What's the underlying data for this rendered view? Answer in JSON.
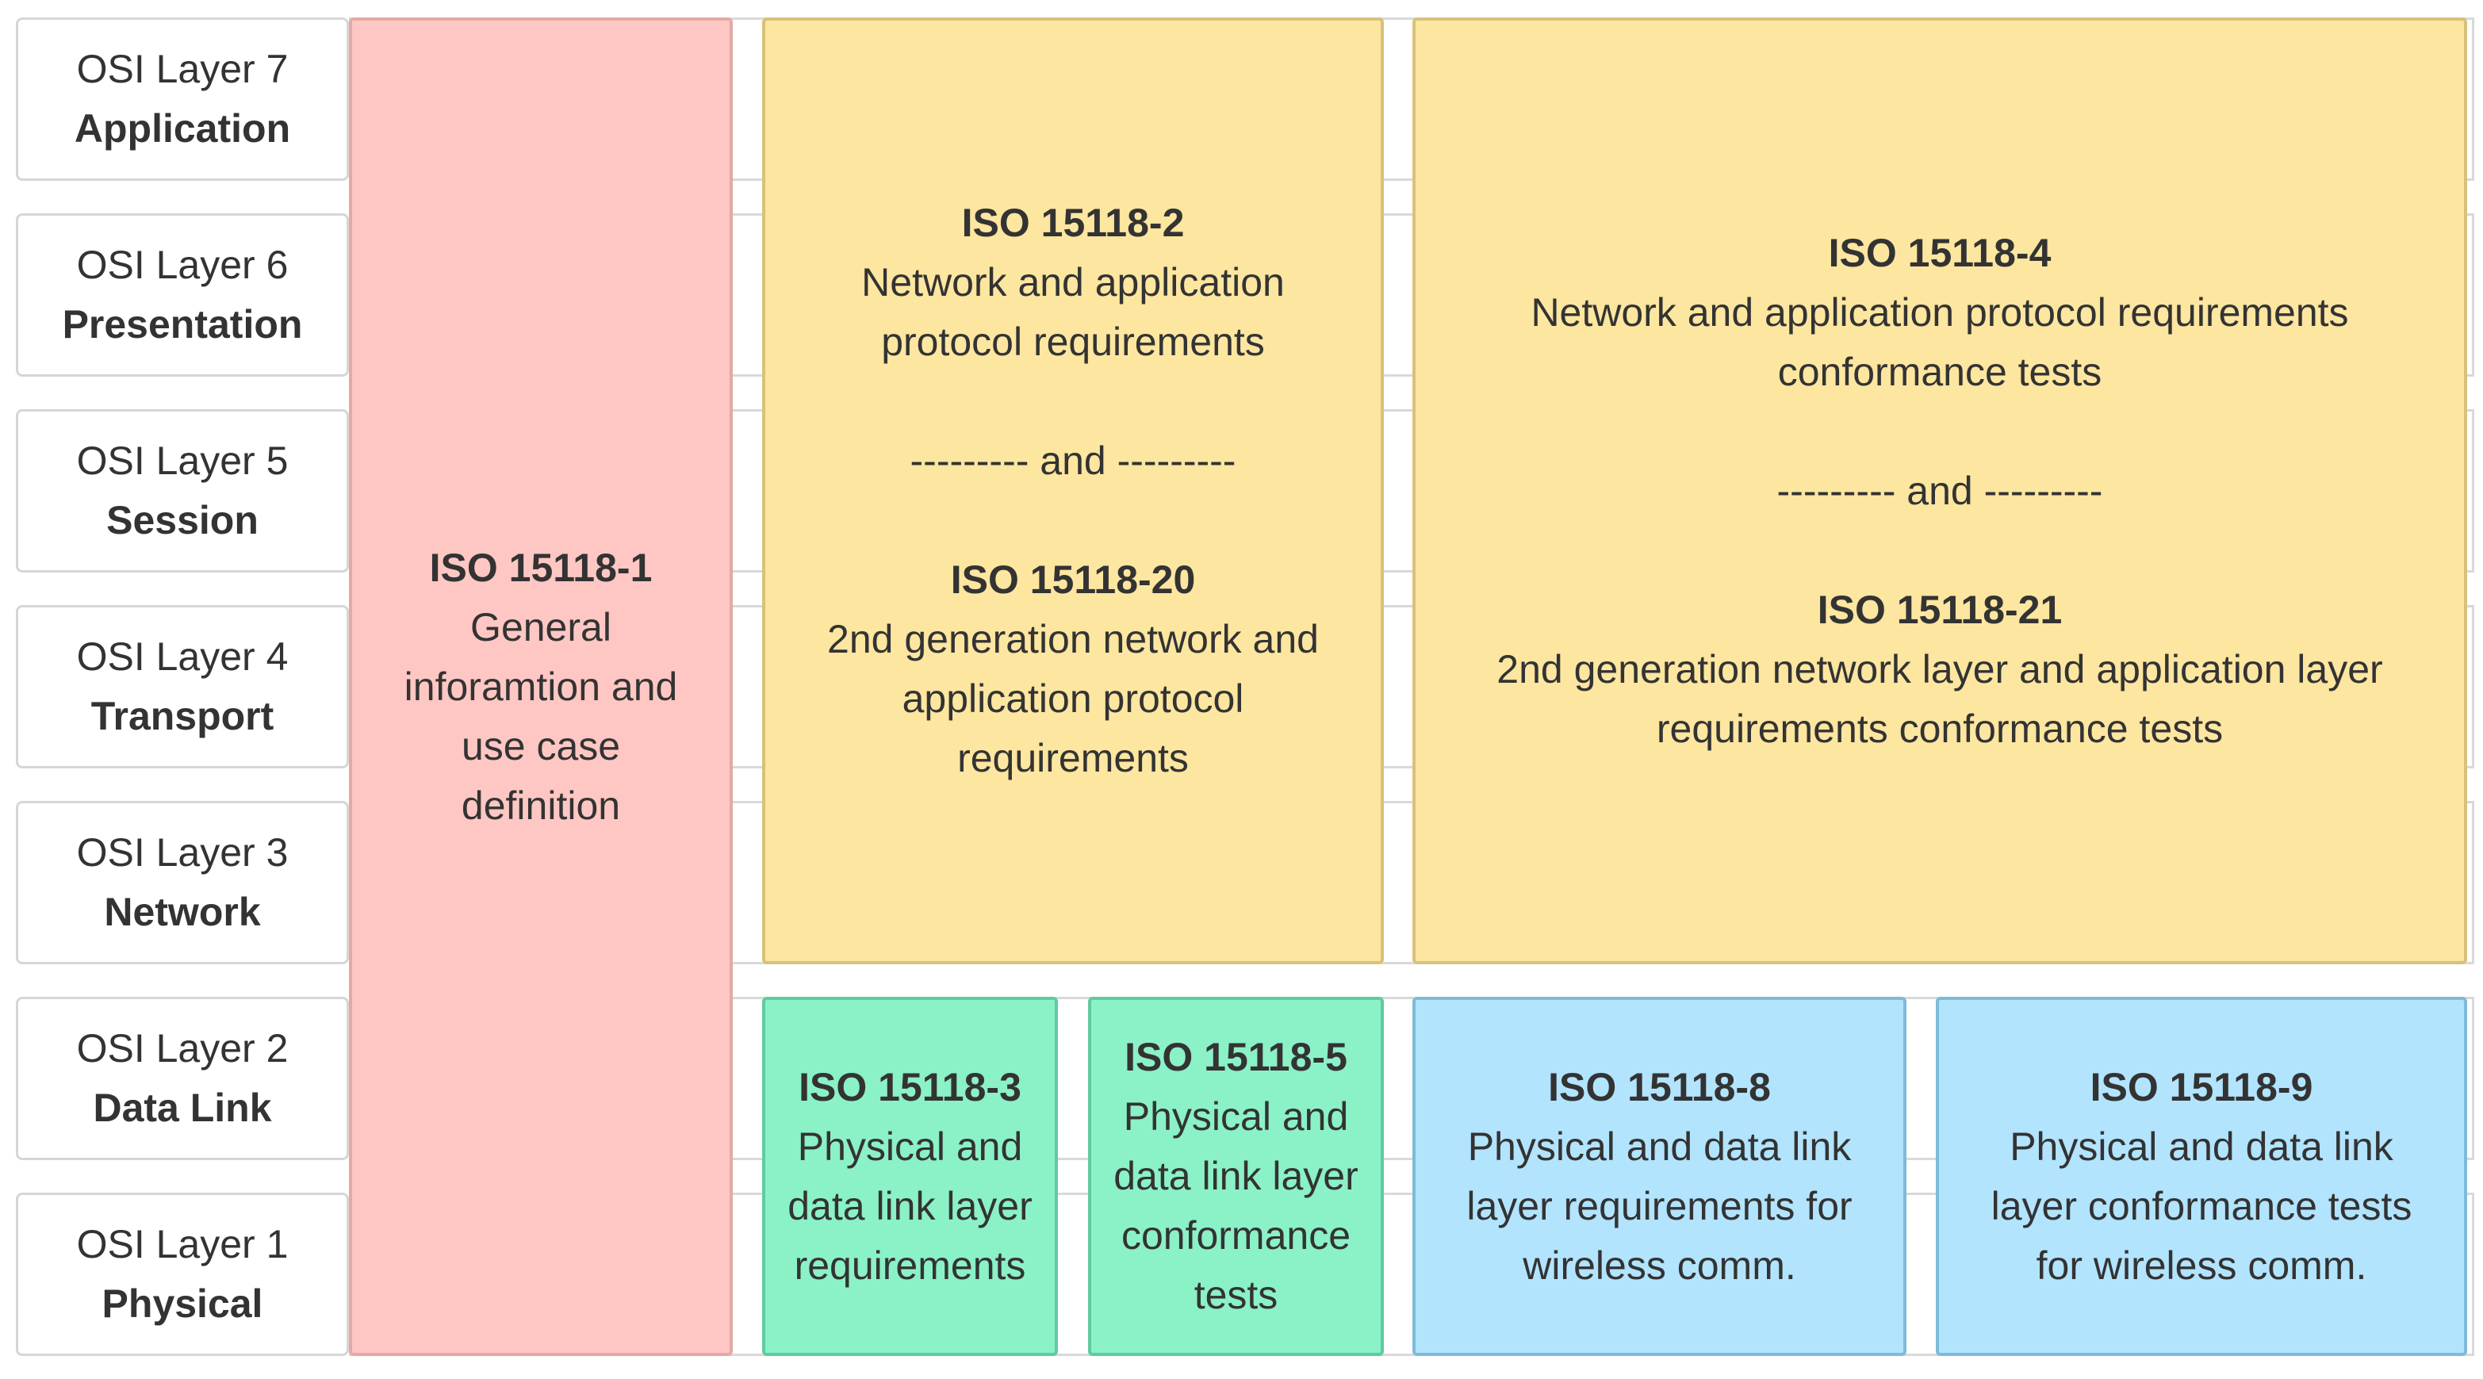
{
  "layers": [
    {
      "number": "OSI Layer 7",
      "name": "Application"
    },
    {
      "number": "OSI Layer 6",
      "name": "Presentation"
    },
    {
      "number": "OSI Layer 5",
      "name": "Session"
    },
    {
      "number": "OSI Layer 4",
      "name": "Transport"
    },
    {
      "number": "OSI Layer 3",
      "name": "Network"
    },
    {
      "number": "OSI Layer 2",
      "name": "Data Link"
    },
    {
      "number": "OSI Layer 1",
      "name": "Physical"
    }
  ],
  "part1": {
    "title": "ISO 15118-1",
    "lines": [
      "General",
      "inforamtion and",
      "use case",
      "definition"
    ]
  },
  "part2_20": {
    "title_a": "ISO 15118-2",
    "lines_a": [
      "Network and application",
      "protocol requirements"
    ],
    "separator": "--------- and ---------",
    "title_b": "ISO 15118-20",
    "lines_b": [
      "2nd generation network and",
      "application protocol",
      "requirements"
    ]
  },
  "part4_21": {
    "title_a": "ISO 15118-4",
    "lines_a": [
      "Network and application protocol requirements",
      "conformance tests"
    ],
    "separator": "--------- and ---------",
    "title_b": "ISO 15118-21",
    "lines_b": [
      "2nd generation network layer and application layer",
      "requirements conformance tests"
    ]
  },
  "part3": {
    "title": "ISO 15118-3",
    "lines": [
      "Physical and",
      "data link layer",
      "requirements"
    ]
  },
  "part5": {
    "title": "ISO 15118-5",
    "lines": [
      "Physical and",
      "data link layer",
      "conformance",
      "tests"
    ]
  },
  "part8": {
    "title": "ISO 15118-8",
    "lines": [
      "Physical and data link",
      "layer requirements for",
      "wireless comm."
    ]
  },
  "part9": {
    "title": "ISO 15118-9",
    "lines": [
      "Physical and data link",
      "layer conformance tests",
      "for wireless comm."
    ]
  },
  "colors": {
    "red": "#ffc7c3",
    "yellow": "#fde6a0",
    "green": "#8bf1c7",
    "blue": "#b2e4fe"
  }
}
